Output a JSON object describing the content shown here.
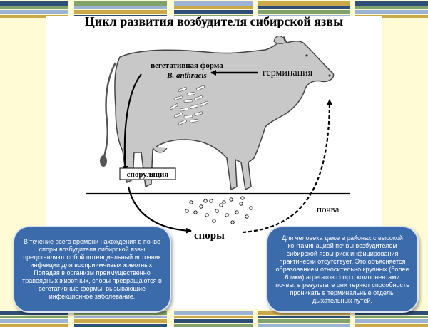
{
  "title": "Цикл развития возбудителя сибирской язвы",
  "labels": {
    "vegetative_form": "вегетативная форма",
    "b_anthracis": "B. anthracis",
    "germination": "герминация",
    "sporulation": "споруляция",
    "spores": "споры",
    "soil": "почва"
  },
  "info_left": "В течение всего времени нахождения в почве споры возбудителя сибирской язвы представляют собой потенциальный источник инфекции для восприимчивых животных. Попадая в организм преимущественно травоядных животных, споры превращаются в вегетативные формы, вызывающие инфекционное заболевание.",
  "info_right": "Для человека даже в районах с высокой контаминацией почвы возбудителем сибирской язвы риск инфицирования практически отсутствует. Это объясняется образованием относительно крупных (более 6 мкм) агрегатов спор с компонентами почвы, в результате они теряют способность проникать в терминальные отделы дыхательных путей.",
  "colors": {
    "background": "#fffbd5",
    "cow": "#c8c8c8",
    "info_box": "#3b6bab",
    "info_text": "#ffffff",
    "stripe_colors": [
      "#2f4f77",
      "#7fa36b",
      "#9db3d6",
      "#c9a94a"
    ]
  }
}
